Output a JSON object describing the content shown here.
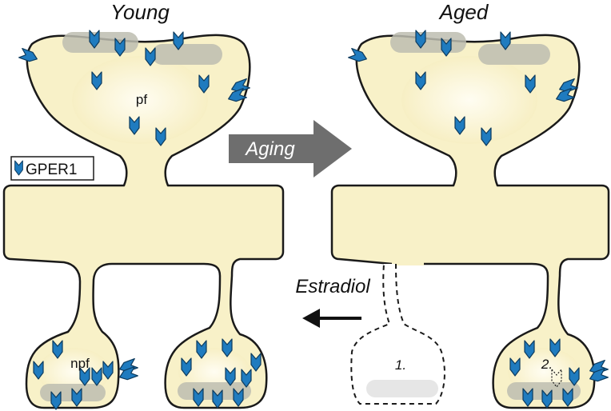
{
  "panels": {
    "young_title": "Young",
    "aged_title": "Aged"
  },
  "labels": {
    "pf": "pf",
    "npf": "npf",
    "aging": "Aging",
    "estradiol": "Estradiol",
    "step1": "1.",
    "step2": "2."
  },
  "legend": {
    "gper1": "GPER1"
  },
  "icons": {
    "receptor": "gper1-receptor-icon",
    "arrow_forward": "aging-arrow-icon",
    "arrow_back": "estradiol-arrow-icon"
  },
  "colors": {
    "cell_fill": "#f8f1c8",
    "cell_outline": "#1a1a1a",
    "receptor_blue": "#1f7bbf",
    "density_gray": "#bdbdb0",
    "aging_arrow": "#6e6e6e",
    "lost_bouton_gray": "#e6e6e6"
  }
}
